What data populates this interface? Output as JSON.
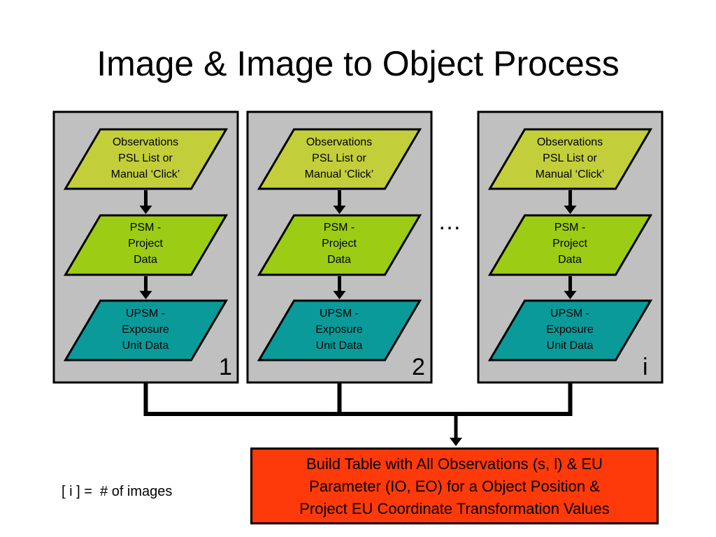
{
  "title": "Image & Image to Object Process",
  "panels": [
    {
      "label": "1",
      "observations": [
        "Observations",
        "PSL List or",
        "Manual ‘Click’"
      ],
      "psm": [
        "PSM -",
        "Project",
        "Data"
      ],
      "upsm": [
        "UPSM -",
        "Exposure",
        "Unit Data"
      ]
    },
    {
      "label": "2",
      "observations": [
        "Observations",
        "PSL List or",
        "Manual ‘Click’"
      ],
      "psm": [
        "PSM -",
        "Project",
        "Data"
      ],
      "upsm": [
        "UPSM -",
        "Exposure",
        "Unit Data"
      ]
    },
    {
      "label": "i",
      "observations": [
        "Observations",
        "PSL List or",
        "Manual ‘Click’"
      ],
      "psm": [
        "PSM -",
        "Project",
        "Data"
      ],
      "upsm": [
        "UPSM -",
        "Exposure",
        "Unit Data"
      ]
    }
  ],
  "ellipsis": "…",
  "result": [
    "Build Table with All Observations (s, l) & EU",
    "Parameter (IO, EO) for a Object Position &",
    "Project EU Coordinate Transformation Values"
  ],
  "legend": "[ i ] =  # of images",
  "colors": {
    "panel_fill": "#c0c0c0",
    "observations_fill": "#c2cf3a",
    "psm_fill": "#9ccc14",
    "upsm_fill": "#0a9a9a",
    "result_fill": "#ff3a0a"
  }
}
